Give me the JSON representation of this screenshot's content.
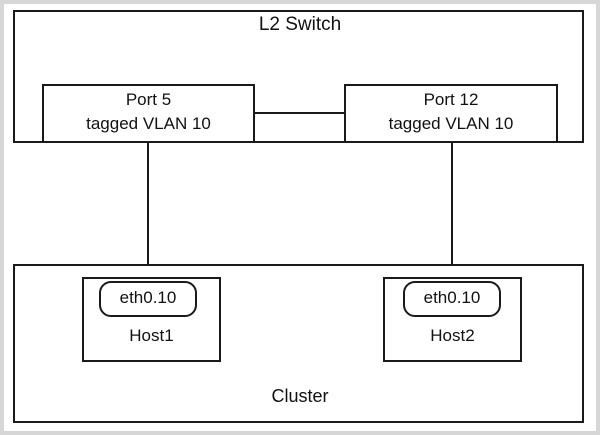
{
  "diagram": {
    "type": "network-topology",
    "title": "L2 Switch VLAN tagging to cluster hosts",
    "colors": {
      "stroke": "#1a1a1a",
      "background": "#ffffff",
      "frame": "#d6d6d6",
      "text": "#111111"
    },
    "switch": {
      "label": "L2 Switch",
      "ports": [
        {
          "name": "port-5",
          "line1": "Port 5",
          "line2": "tagged VLAN 10"
        },
        {
          "name": "port-12",
          "line1": "Port 12",
          "line2": "tagged VLAN 10"
        }
      ]
    },
    "cluster": {
      "label": "Cluster",
      "hosts": [
        {
          "name": "host1",
          "nic": "eth0.10",
          "label": "Host1"
        },
        {
          "name": "host2",
          "nic": "eth0.10",
          "label": "Host2"
        }
      ]
    },
    "links": [
      {
        "from": "port-5",
        "to": "port-12"
      },
      {
        "from": "port-5",
        "to": "host1-eth0.10"
      },
      {
        "from": "port-12",
        "to": "host2-eth0.10"
      }
    ]
  }
}
